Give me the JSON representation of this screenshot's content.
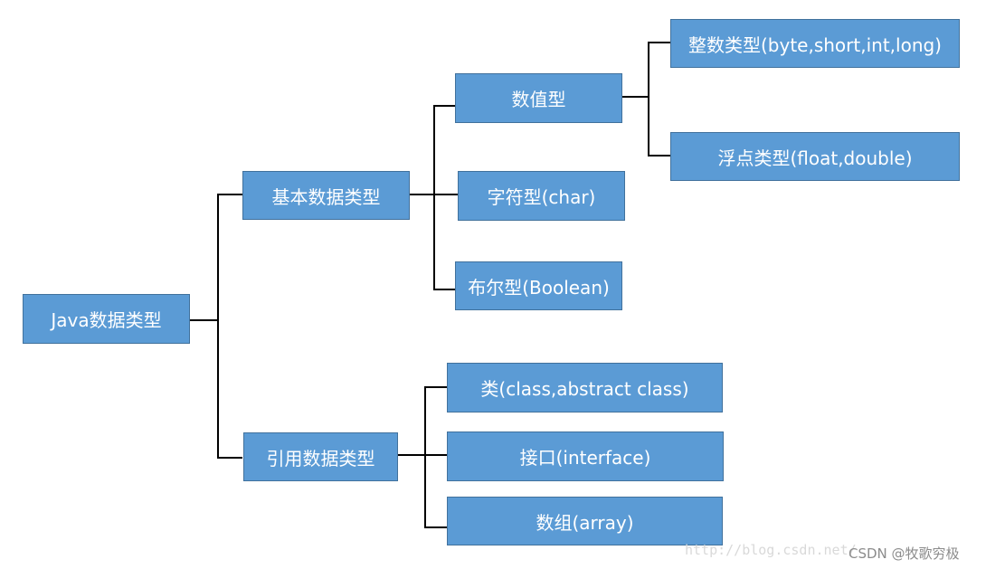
{
  "nodes": {
    "root": "Java数据类型",
    "primitive": "基本数据类型",
    "reference": "引用数据类型",
    "numeric": "数值型",
    "char": "字符型(char)",
    "boolean": "布尔型(Boolean)",
    "integer": "整数类型(byte,short,int,long)",
    "float": "浮点类型(float,double)",
    "class": "类(class,abstract class)",
    "interface": "接口(interface)",
    "array": "数组(array)"
  },
  "watermark": {
    "url": "http://blog.csdn.net/",
    "credit": "CSDN @牧歌穷极"
  },
  "colors": {
    "node_fill": "#5b9bd5",
    "node_border": "#41719c",
    "node_text": "#ffffff",
    "connector": "#000000"
  }
}
